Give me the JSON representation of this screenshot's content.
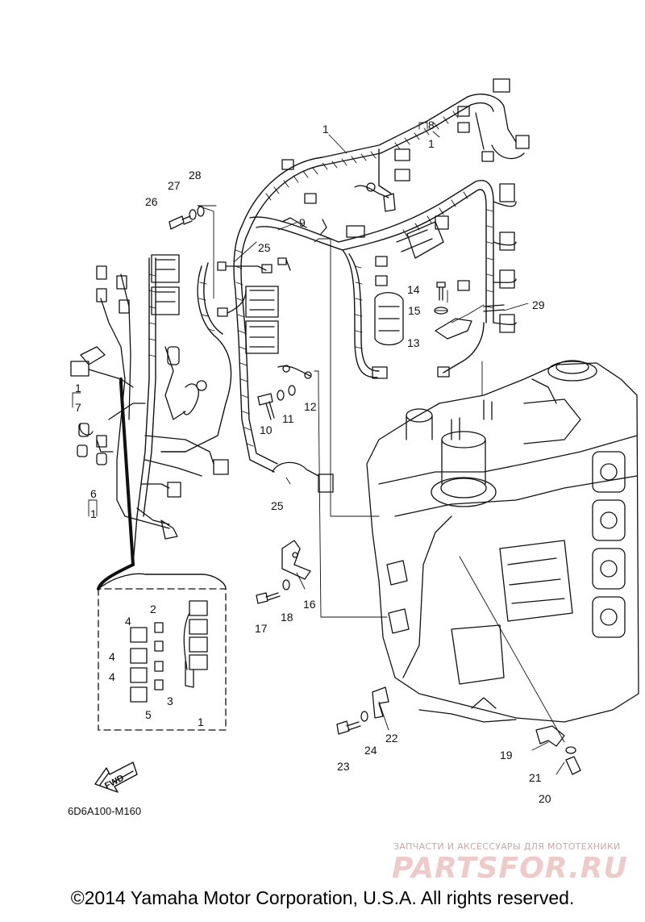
{
  "diagram_code": "6D6A100-M160",
  "fwd_label": "FWD",
  "copyright": "©2014 Yamaha Motor Corporation, U.S.A. All rights reserved.",
  "watermark": {
    "tagline": "ЗАПЧАСТИ И АКСЕССУАРЫ ДЛЯ МОТОТЕХНИКИ",
    "logo": "PARTSFOR.RU"
  },
  "callouts": [
    {
      "id": "c1",
      "label": "1"
    },
    {
      "id": "c8",
      "label": "8"
    },
    {
      "id": "c8b",
      "label": "1"
    },
    {
      "id": "c9",
      "label": "9"
    },
    {
      "id": "c25a",
      "label": "25"
    },
    {
      "id": "c28",
      "label": "28"
    },
    {
      "id": "c27",
      "label": "27"
    },
    {
      "id": "c26",
      "label": "26"
    },
    {
      "id": "c14",
      "label": "14"
    },
    {
      "id": "c15",
      "label": "15"
    },
    {
      "id": "c13",
      "label": "13"
    },
    {
      "id": "c29",
      "label": "29"
    },
    {
      "id": "c12",
      "label": "12"
    },
    {
      "id": "c11",
      "label": "11"
    },
    {
      "id": "c10",
      "label": "10"
    },
    {
      "id": "c7b",
      "label": "1"
    },
    {
      "id": "c7",
      "label": "7"
    },
    {
      "id": "c6",
      "label": "6"
    },
    {
      "id": "c6b",
      "label": "1"
    },
    {
      "id": "c25b",
      "label": "25"
    },
    {
      "id": "c16",
      "label": "16"
    },
    {
      "id": "c17",
      "label": "17"
    },
    {
      "id": "c18",
      "label": "18"
    },
    {
      "id": "c2",
      "label": "2"
    },
    {
      "id": "c4a",
      "label": "4"
    },
    {
      "id": "c4b",
      "label": "4"
    },
    {
      "id": "c4c",
      "label": "4"
    },
    {
      "id": "c3",
      "label": "3"
    },
    {
      "id": "c5",
      "label": "5"
    },
    {
      "id": "c1b",
      "label": "1"
    },
    {
      "id": "c22",
      "label": "22"
    },
    {
      "id": "c23",
      "label": "23"
    },
    {
      "id": "c24",
      "label": "24"
    },
    {
      "id": "c19",
      "label": "19"
    },
    {
      "id": "c21",
      "label": "21"
    },
    {
      "id": "c20",
      "label": "20"
    }
  ]
}
